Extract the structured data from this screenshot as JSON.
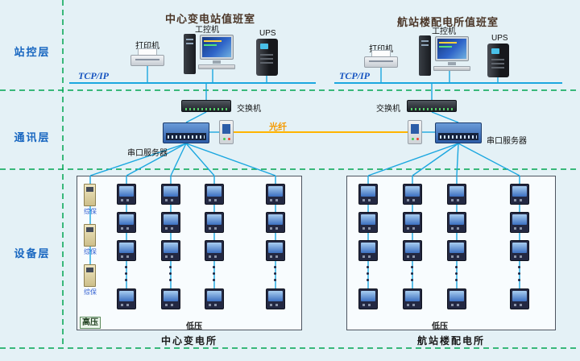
{
  "colors": {
    "background": "#e4f1f6",
    "separator": "#00a651",
    "network": "#1ba7e0",
    "fiber": "#ffb400"
  },
  "layers": {
    "station": "站控层",
    "communication": "通讯层",
    "device": "设备层"
  },
  "left": {
    "title": "中心变电站值班室",
    "printer": "打印机",
    "pc": "工控机",
    "ups": "UPS",
    "tcpip": "TCP/IP",
    "switch": "交换机",
    "serial_server": "串口服务器",
    "panel": {
      "hv": "高压",
      "lv": "低压",
      "protection": "综保",
      "protection_count": 3,
      "meter_columns": 4,
      "meter_rows_shown": 3,
      "bottom_meter": true
    },
    "caption": "中心变电所"
  },
  "right": {
    "title": "航站楼配电所值班室",
    "printer": "打印机",
    "pc": "工控机",
    "ups": "UPS",
    "tcpip": "TCP/IP",
    "switch": "交换机",
    "serial_server": "串口服务器",
    "panel": {
      "lv": "低压",
      "meter_columns": 4,
      "meter_rows_shown": 3,
      "bottom_meter": true
    },
    "caption": "航站楼配电所"
  },
  "fiber": {
    "label": "光纤"
  }
}
